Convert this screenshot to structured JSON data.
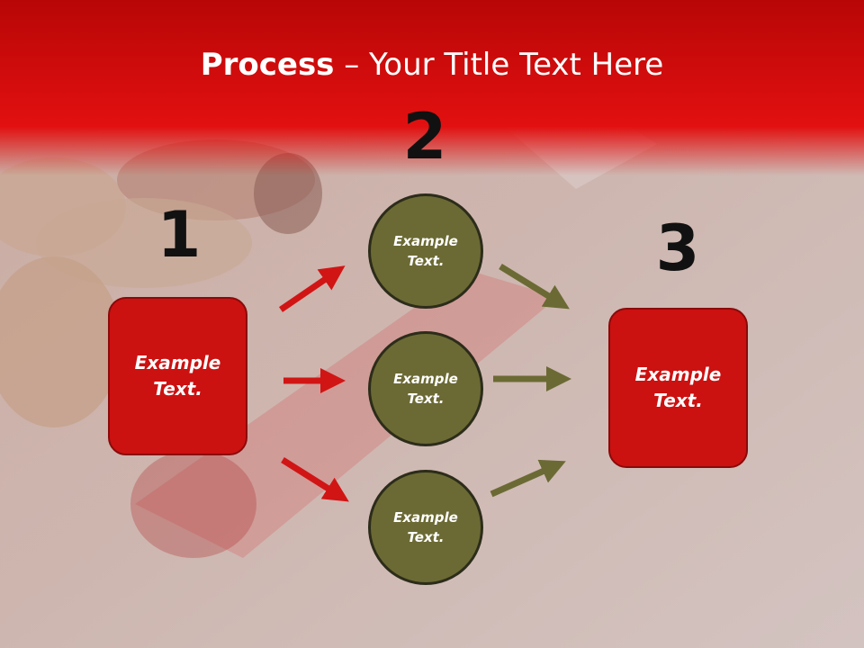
{
  "title": {
    "bold": "Process",
    "rest": " – Your Title Text Here"
  },
  "steps": [
    {
      "number": "1",
      "line1": "Example",
      "line2": "Text."
    },
    {
      "number": "2"
    },
    {
      "number": "3",
      "line1": "Example",
      "line2": "Text."
    }
  ],
  "circles": [
    {
      "line1": "Example",
      "line2": "Text."
    },
    {
      "line1": "Example",
      "line2": "Text."
    },
    {
      "line1": "Example",
      "line2": "Text."
    }
  ],
  "colors": {
    "header_red": "#e00e0e",
    "box_red": "#cc1111",
    "circle_olive": "#6b6a34",
    "arrow_red": "#d11515",
    "arrow_olive": "#6b6a34"
  }
}
